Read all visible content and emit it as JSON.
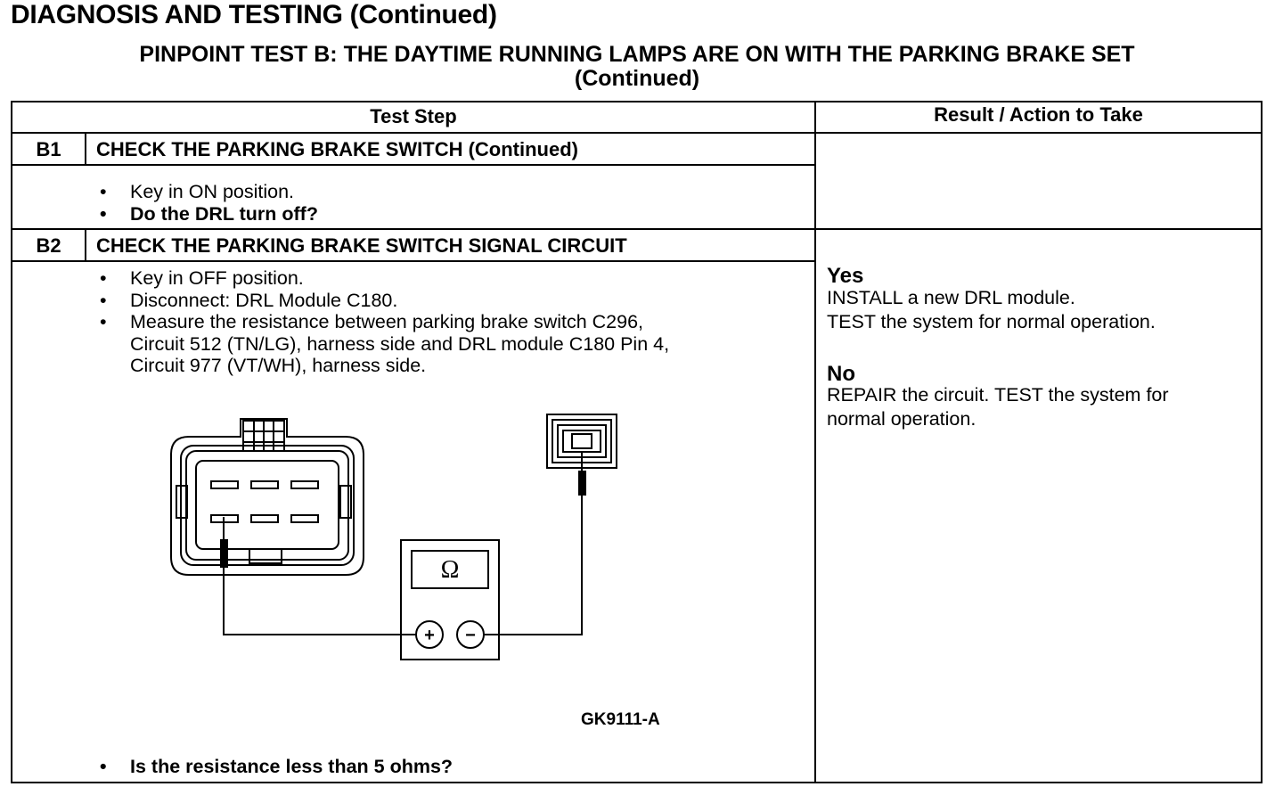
{
  "page": {
    "section_title": "DIAGNOSIS AND TESTING (Continued)",
    "test_title_line1": "PINPOINT TEST B: THE DAYTIME RUNNING LAMPS ARE ON WITH THE PARKING BRAKE SET",
    "test_title_line2": "(Continued)"
  },
  "table": {
    "col_test_step": "Test Step",
    "col_result": "Result / Action to Take",
    "steps": [
      {
        "id": "B1",
        "title": "CHECK THE PARKING BRAKE SWITCH (Continued)",
        "bullets": [
          {
            "text": "Key in ON position.",
            "bold": false
          },
          {
            "text": "Do the DRL turn off?",
            "bold": true
          }
        ]
      },
      {
        "id": "B2",
        "title": "CHECK THE PARKING BRAKE SWITCH SIGNAL CIRCUIT",
        "bullets": [
          {
            "text": "Key in OFF position.",
            "bold": false
          },
          {
            "text": "Disconnect: DRL Module C180.",
            "bold": false
          },
          {
            "text": "Measure the resistance between parking brake switch C296,\nCircuit 512 (TN/LG), harness side and DRL module C180 Pin 4,\nCircuit 977 (VT/WH), harness side.",
            "bold": false
          }
        ],
        "final_question": "Is the resistance less than 5 ohms?",
        "results": {
          "yes_label": "Yes",
          "yes_text": "INSTALL a new DRL module.\nTEST the system for normal operation.",
          "no_label": "No",
          "no_text": "REPAIR the circuit. TEST the system for\nnormal operation."
        }
      }
    ]
  },
  "figure": {
    "meter_symbol": "Ω",
    "plus_symbol": "+",
    "minus_symbol": "−",
    "code": "GK9111-A"
  }
}
